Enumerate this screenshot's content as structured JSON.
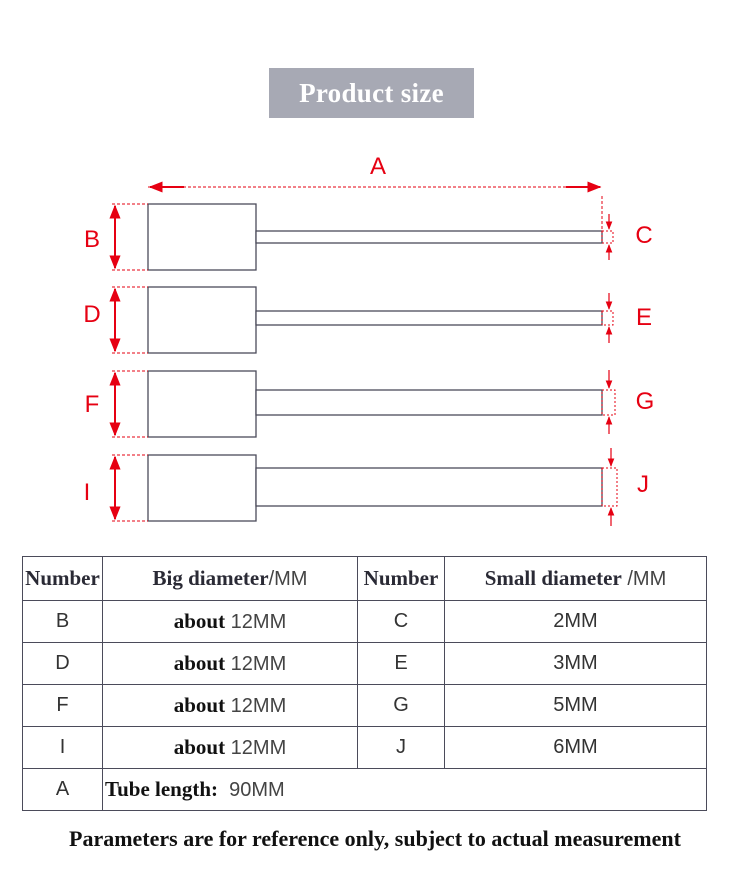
{
  "title": "Product size",
  "diagram": {
    "length_label": "A",
    "rows": [
      {
        "big_label": "B",
        "small_label": "C"
      },
      {
        "big_label": "D",
        "small_label": "E"
      },
      {
        "big_label": "F",
        "small_label": "G"
      },
      {
        "big_label": "I",
        "small_label": "J"
      }
    ]
  },
  "table": {
    "headers": {
      "number": "Number",
      "big_diameter": "Big diameter",
      "big_unit": "/MM",
      "number2": "Number",
      "small_diameter": "Small diameter",
      "small_unit": "/MM"
    },
    "rows": [
      {
        "num": "B",
        "about": "about",
        "big": "12MM",
        "num2": "C",
        "small": "2MM"
      },
      {
        "num": "D",
        "about": "about",
        "big": "12MM",
        "num2": "E",
        "small": "3MM"
      },
      {
        "num": "F",
        "about": "about",
        "big": "12MM",
        "num2": "G",
        "small": "5MM"
      },
      {
        "num": "I",
        "about": "about",
        "big": "12MM",
        "num2": "J",
        "small": "6MM"
      }
    ],
    "length_row": {
      "num": "A",
      "label": "Tube length:",
      "value": "90MM"
    }
  },
  "note": "Parameters are for reference only, subject to actual measurement",
  "colors": {
    "accent": "#e60012",
    "title_bg": "#a7a9b4",
    "line": "#4b4b5a"
  }
}
